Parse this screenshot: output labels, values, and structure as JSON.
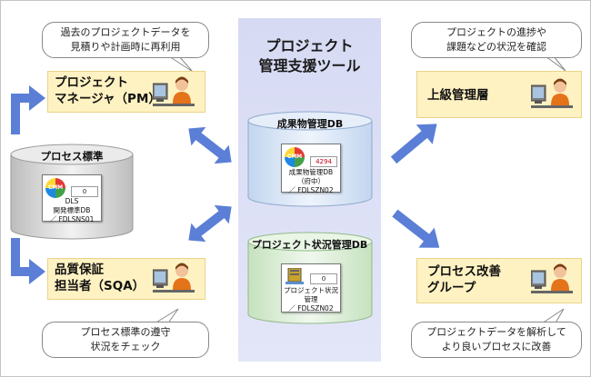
{
  "center": {
    "title_lines": [
      "プロジェクト",
      "管理支援ツール"
    ],
    "deliverables_db": {
      "label": "成果物管理DB",
      "card_number": "4294",
      "card_lines": [
        "成果物管理DB",
        "（府中）",
        "／ FDLSZN02"
      ]
    },
    "status_db": {
      "label": "プロジェクト状況管理DB",
      "card_number": "0",
      "card_lines": [
        "プロジェクト状況",
        "管理",
        "／ FDLSZN02"
      ]
    }
  },
  "process_standard": {
    "label": "プロセス標準",
    "card_number": "0",
    "card_lines": [
      "DLS",
      "開発標準DB",
      "／ FDLSNS01"
    ]
  },
  "roles": {
    "pm": {
      "lines": [
        "プロジェクト",
        "マネージャ（PM）"
      ]
    },
    "sqa": {
      "lines": [
        "品質保証",
        "担当者（SQA）"
      ]
    },
    "senior": {
      "lines": [
        "上級管理層"
      ]
    },
    "spi": {
      "lines": [
        "プロセス改善",
        "グループ"
      ]
    }
  },
  "bubbles": {
    "pm": [
      "過去のプロジェクトデータを",
      "見積りや計画時に再利用"
    ],
    "sqa": [
      "プロセス標準の遵守",
      "状況をチェック"
    ],
    "senior": [
      "プロジェクトの進捗や",
      "課題などの状況を確認"
    ],
    "spi": [
      "プロジェクトデータを解析して",
      "より良いプロセスに改善"
    ]
  },
  "logo_text": "CMM",
  "icons": {
    "person": "person-at-computer-icon",
    "database": "database-cylinder-icon",
    "arrow": "flow-arrow-icon"
  },
  "colors": {
    "panel": "#d6daf3",
    "role_box": "#fff2c2",
    "arrow": "#5b7fd6",
    "db_blue": "#d7e6f8",
    "db_green": "#dcefd8",
    "db_gray": "#dcdcdc"
  }
}
